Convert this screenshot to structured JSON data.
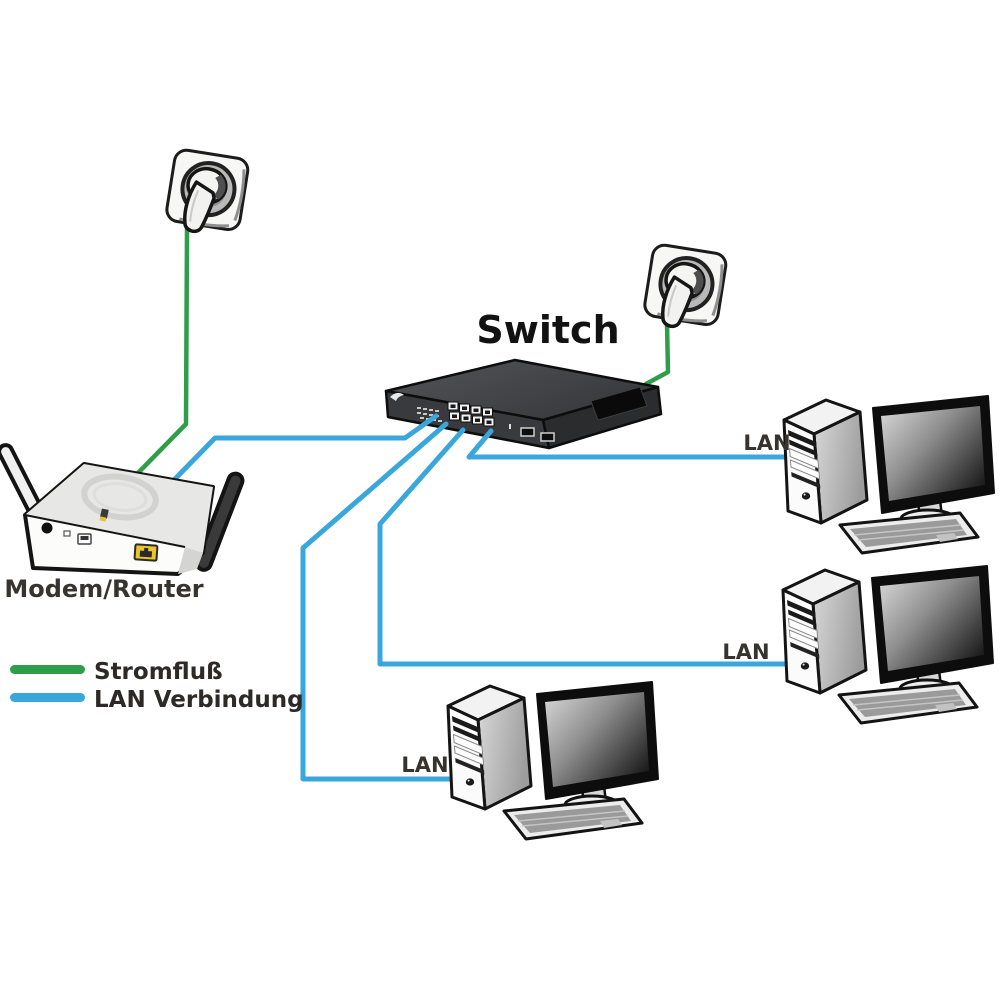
{
  "diagram": {
    "title": "Switch",
    "colors": {
      "power_line": "#2f9e4a",
      "lan_line": "#3aa7dc",
      "switch_top": "#45474a",
      "switch_front": "#383a3d",
      "switch_side": "#2a2c2e",
      "text_dark": "#2d2926"
    },
    "legend": {
      "power_label": "Stromfluß",
      "lan_label": "LAN Verbindung"
    },
    "nodes": {
      "switch": {
        "label": "Switch"
      },
      "modem": {
        "label": "Modem/Router"
      },
      "pc1": {
        "port_label": "LAN"
      },
      "pc2": {
        "port_label": "LAN"
      },
      "pc3": {
        "port_label": "LAN"
      }
    },
    "connections": [
      {
        "from": "wall-outlet-left",
        "to": "modem-router",
        "type": "Stromfluß"
      },
      {
        "from": "wall-outlet-right",
        "to": "switch",
        "type": "Stromfluß"
      },
      {
        "from": "switch",
        "to": "modem-router",
        "type": "LAN Verbindung"
      },
      {
        "from": "switch",
        "to": "pc-1",
        "type": "LAN Verbindung"
      },
      {
        "from": "switch",
        "to": "pc-2",
        "type": "LAN Verbindung"
      },
      {
        "from": "switch",
        "to": "pc-3",
        "type": "LAN Verbindung"
      }
    ]
  }
}
